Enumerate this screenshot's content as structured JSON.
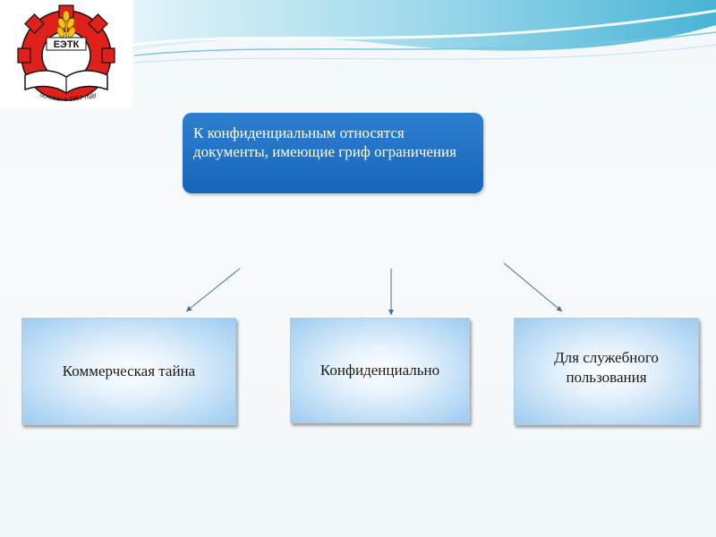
{
  "logo": {
    "abbr": "ЕЭТК",
    "arc_text": "основан в 1957 году",
    "colors": {
      "gear": "#e0201b",
      "wheat": "#f2c218",
      "book": "#ffffff",
      "outline": "#111111"
    }
  },
  "diagram": {
    "root": {
      "text": "К конфиденциальным относятся документы, имеющие гриф ограничения"
    },
    "children": [
      {
        "text": "Коммерческая тайна"
      },
      {
        "text": "Конфиденциально"
      },
      {
        "text": "Для служебного пользования"
      }
    ],
    "colors": {
      "root_fill": "#1b6bc1",
      "child_fill_edge": "#9ccbf0",
      "connector": "#3e6f9b",
      "wave": "#3fb4d6"
    }
  }
}
